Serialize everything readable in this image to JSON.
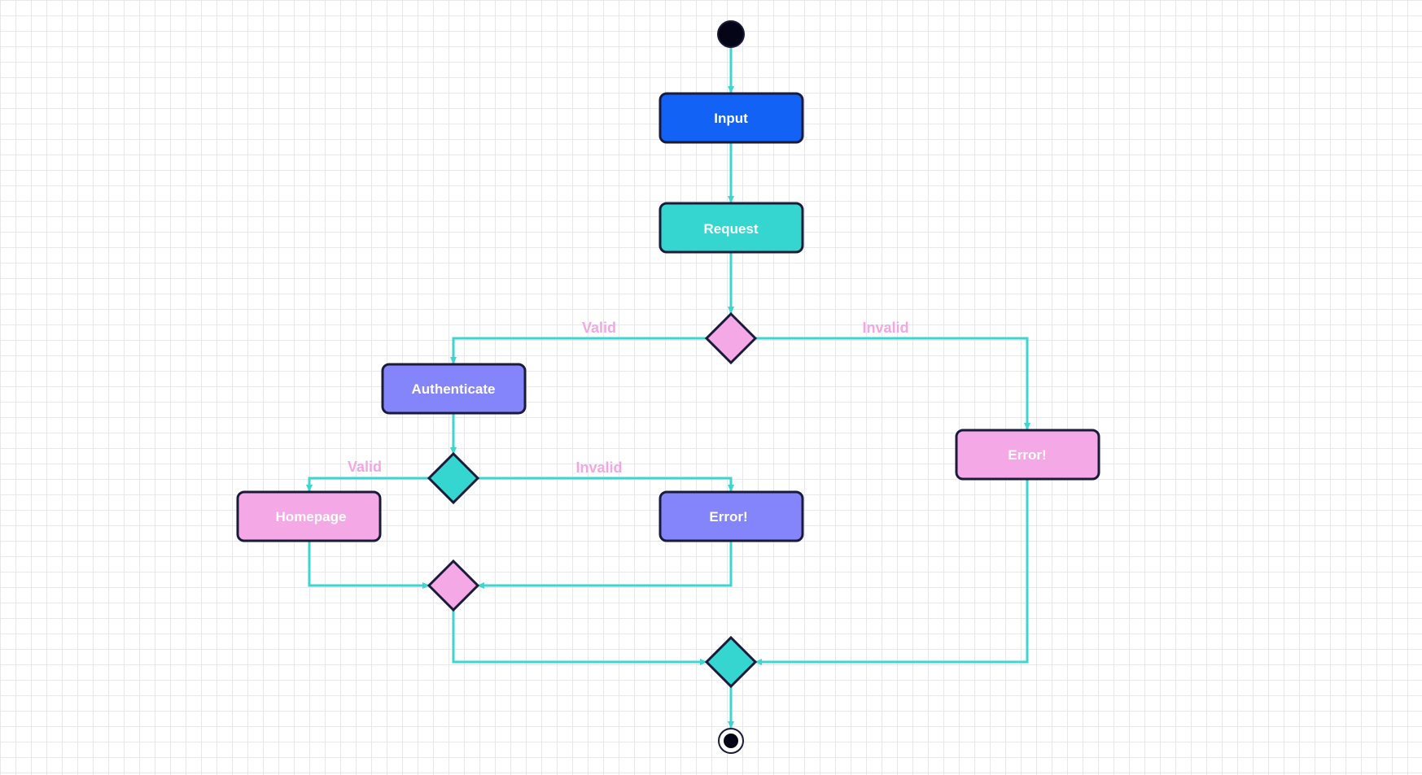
{
  "diagram": {
    "type": "uml-activity",
    "colors": {
      "edge": "#3ED4D0",
      "border": "#1A1A3A",
      "edge_label": "#F3A6E4",
      "blue": "#1162F5",
      "teal": "#36D6D0",
      "violet": "#8585FB",
      "pink": "#F5A8E6",
      "start": "#050518"
    },
    "nodes": {
      "input": {
        "label": "Input",
        "fill": "blue"
      },
      "request": {
        "label": "Request",
        "fill": "teal"
      },
      "authenticate": {
        "label": "Authenticate",
        "fill": "violet"
      },
      "error_auth": {
        "label": "Error!",
        "fill": "violet"
      },
      "homepage": {
        "label": "Homepage",
        "fill": "pink"
      },
      "error_request": {
        "label": "Error!",
        "fill": "pink"
      },
      "decision_request": {
        "fill": "pink"
      },
      "decision_auth": {
        "fill": "teal"
      },
      "merge_auth": {
        "fill": "pink"
      },
      "merge_final": {
        "fill": "teal"
      }
    },
    "edges": [
      {
        "from": "start",
        "to": "input"
      },
      {
        "from": "input",
        "to": "request"
      },
      {
        "from": "request",
        "to": "decision_request"
      },
      {
        "from": "decision_request",
        "to": "authenticate",
        "label": "Valid"
      },
      {
        "from": "decision_request",
        "to": "error_request",
        "label": "Invalid"
      },
      {
        "from": "authenticate",
        "to": "decision_auth"
      },
      {
        "from": "decision_auth",
        "to": "homepage",
        "label": "Valid"
      },
      {
        "from": "decision_auth",
        "to": "error_auth",
        "label": "Invalid"
      },
      {
        "from": "homepage",
        "to": "merge_auth"
      },
      {
        "from": "error_auth",
        "to": "merge_auth"
      },
      {
        "from": "merge_auth",
        "to": "merge_final"
      },
      {
        "from": "error_request",
        "to": "merge_final"
      },
      {
        "from": "merge_final",
        "to": "end"
      }
    ]
  }
}
